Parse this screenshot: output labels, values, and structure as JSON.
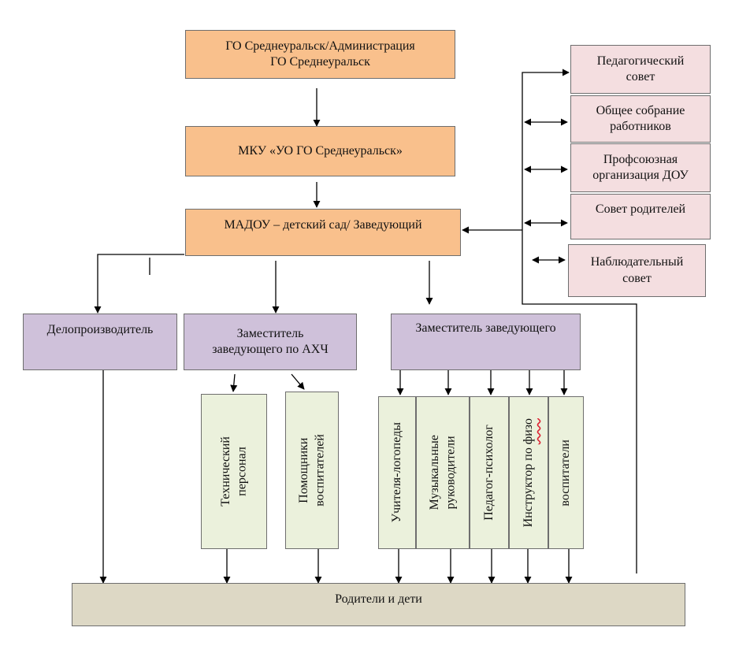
{
  "nodes": {
    "admin": "ГО Среднеуральск/Администрация\nГО Среднеуральск",
    "mku": "МКУ «УО ГО Среднеуральск»",
    "madou": "МАДОУ – детский сад/ Заведующий",
    "ped_sovet": "Педагогический\nсовет",
    "obshee_sobranie": "Общее собрание\nработников",
    "profsoyuz": "Профсоюзная\nорганизация ДОУ",
    "sovet_roditeley": "Совет родителей",
    "nablyud_sovet": "Наблюдательный\nсовет",
    "deloproizvoditel": "Делопроизводитель",
    "zam_ahch": "Заместитель\nзаведующего по АХЧ",
    "zam_zav": "Заместитель заведующего",
    "tech_personal": "Технический\nперсонал",
    "pomoshniki": "Помощники\nвоспитателей",
    "logopedy": "Учителя-логопеды",
    "muz_ruk": "Музыкальные\nруководители",
    "psiholog": "Педагог-психолог",
    "instruktor_prefix": "Инструктор по ",
    "instruktor_suffix": "физо",
    "vospitateli": "воспитатели",
    "roditeli_deti": "Родители и дети"
  },
  "colors": {
    "leadership": "#f9c08c",
    "councils": "#f4dee0",
    "deputies": "#cfc1da",
    "staff": "#ebf1dc",
    "recipients": "#ddd8c5",
    "lines": "#000000"
  }
}
